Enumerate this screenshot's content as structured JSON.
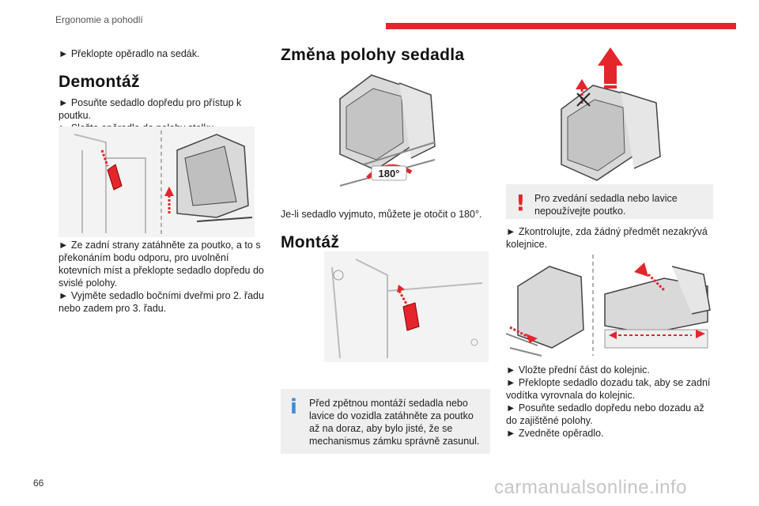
{
  "header": {
    "section_title": "Ergonomie a pohodlí"
  },
  "page_number": "66",
  "watermark": "carmanualsonline.info",
  "col1": {
    "intro": "► Překlopte opěradlo na sedák.",
    "heading": "Demontáž",
    "steps_a": [
      "► Posuňte sedadlo dopředu pro přístup k poutku.",
      "► Složte opěradlo do polohy stolku"
    ],
    "steps_b": [
      "► Ze zadní strany zatáhněte za poutko, a to s překonáním bodu odporu, pro uvolnění kotevních míst a překlopte sedadlo dopředu do svislé polohy.",
      "► Vyjměte sedadlo bočními dveřmi pro 2. řadu nebo zadem pro 3. řadu."
    ]
  },
  "col2": {
    "heading_rotate": "Změna polohy sedadla",
    "rotate_label": "180°",
    "rotate_text": "Je-li sedadlo vyjmuto, můžete je otočit o 180°.",
    "heading_mount": "Montáž",
    "info_note": "Před zpětnou montáží sedadla nebo lavice do vozidla zatáhněte za poutko až na doraz, aby bylo jisté, že se mechanismus zámku správně zasunul."
  },
  "col3": {
    "warning_note": "Pro zvedání sedadla nebo lavice nepoužívejte poutko.",
    "check_text": "► Zkontrolujte, zda žádný předmět nezakrývá kolejnice.",
    "final_steps": [
      "► Vložte přední část do kolejnic.",
      "► Překlopte sedadlo dozadu tak, aby se zadní vodítka vyrovnala do kolejnic.",
      "► Posuňte sedadlo dopředu nebo dozadu až do zajištěné polohy.",
      "► Zvedněte opěradlo."
    ]
  },
  "colors": {
    "accent_red": "#e3262b",
    "info_blue": "#3a8fd6",
    "note_bg": "#efefef"
  }
}
